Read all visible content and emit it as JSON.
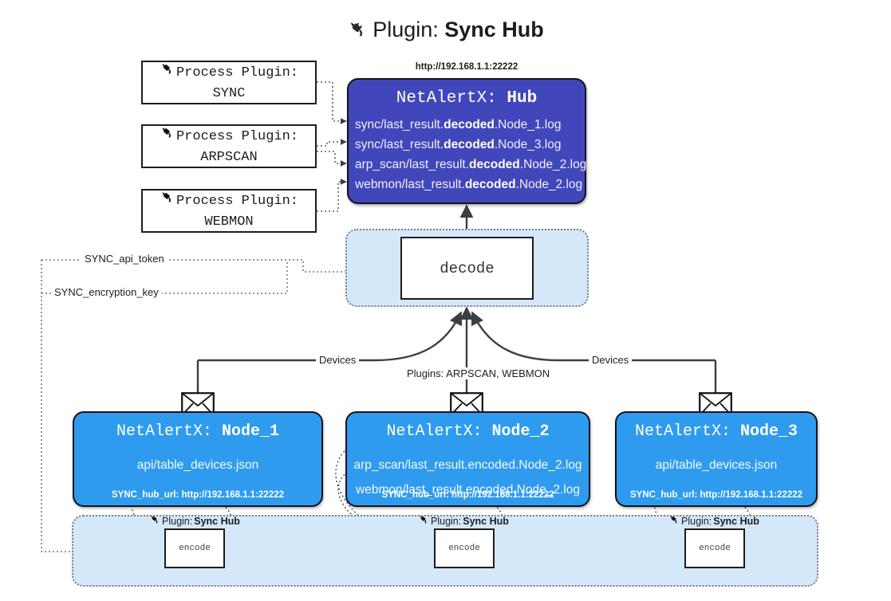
{
  "title": {
    "icon": "plug-icon",
    "prefix": "Plugin:",
    "name": "Sync Hub"
  },
  "process_plugins": [
    {
      "icon": "plug-icon",
      "line1": "Process Plugin:",
      "line2": "SYNC"
    },
    {
      "icon": "plug-icon",
      "line1": "Process Plugin:",
      "line2": "ARPSCAN"
    },
    {
      "icon": "plug-icon",
      "line1": "Process Plugin:",
      "line2": "WEBMON"
    }
  ],
  "hub": {
    "url": "http://192.168.1.1:22222",
    "title_prefix": "NetAlertX:",
    "title_name": "Hub",
    "lines": [
      {
        "pre": "sync/last_result.",
        "mid": "decoded",
        "post": ".Node_1.log"
      },
      {
        "pre": "sync/last_result.",
        "mid": "decoded",
        "post": ".Node_3.log"
      },
      {
        "pre": "arp_scan/last_result.",
        "mid": "decoded",
        "post": ".Node_2.log"
      },
      {
        "pre": "webmon/last_result.",
        "mid": "decoded",
        "post": ".Node_2.log"
      }
    ]
  },
  "decode": {
    "label": "decode"
  },
  "secrets": [
    {
      "label": "SYNC_api_token"
    },
    {
      "label": "SYNC_encryption_key"
    }
  ],
  "edge_labels": {
    "devices_left": "Devices",
    "devices_right": "Devices",
    "plugins_center": "Plugins: ARPSCAN, WEBMON"
  },
  "nodes": [
    {
      "icon": "envelope-icon",
      "title_prefix": "NetAlertX:",
      "title_name": "Node_1",
      "lines": [
        "api/table_devices.json"
      ],
      "foot": "SYNC_hub_url: http://192.168.1.1:22222"
    },
    {
      "icon": "envelope-icon",
      "title_prefix": "NetAlertX:",
      "title_name": "Node_2",
      "lines": [
        "arp_scan/last_result.encoded.Node_2.log",
        "webmon/last_result.encoded.Node_2.log"
      ],
      "foot": "SYNC_hub_url: http://192.168.1.1:22222"
    },
    {
      "icon": "envelope-icon",
      "title_prefix": "NetAlertX:",
      "title_name": "Node_3",
      "lines": [
        "api/table_devices.json"
      ],
      "foot": "SYNC_hub_url: http://192.168.1.1:22222"
    }
  ],
  "encoders": [
    {
      "icon": "plug-icon",
      "label_prefix": "Plugin:",
      "label_name": "Sync Hub",
      "box": "encode"
    },
    {
      "icon": "plug-icon",
      "label_prefix": "Plugin:",
      "label_name": "Sync Hub",
      "box": "encode"
    },
    {
      "icon": "plug-icon",
      "label_prefix": "Plugin:",
      "label_name": "Sync Hub",
      "box": "encode"
    }
  ],
  "colors": {
    "hub_fill": "#4147ba",
    "node_fill": "#2f9bee",
    "band_fill": "#d4e8fa",
    "stroke": "#1d1d1d"
  }
}
